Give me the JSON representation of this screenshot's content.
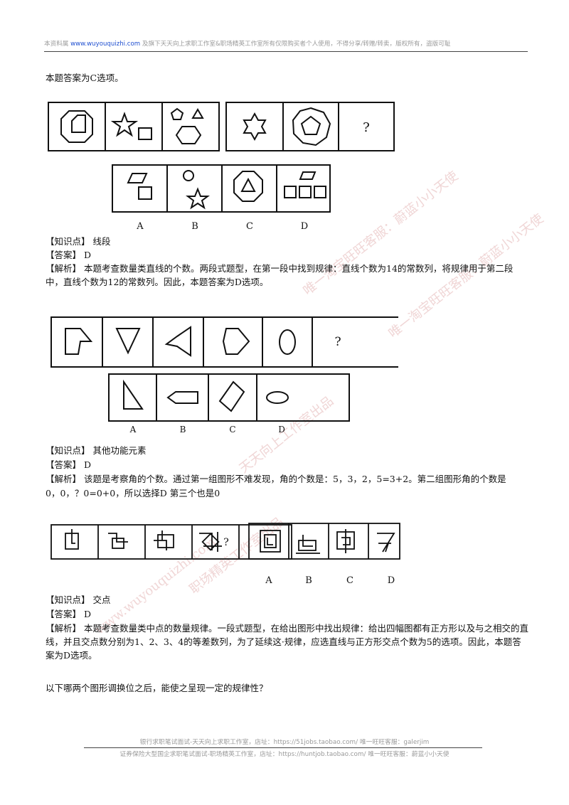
{
  "header": {
    "prefix": "本资料属 ",
    "link": "www.wuyouquizhi.com",
    "suffix": " 及旗下天天向上求职工作室&职场精英工作室所有仅限购买者个人使用，不得分享/转赠/转卖，版权所有，盗版可耻"
  },
  "q1": {
    "answer_line": "本题答案为C选项。",
    "question_mark": "?",
    "options": [
      "A",
      "B",
      "C",
      "D"
    ],
    "knowledge_label": "【知识点】",
    "knowledge": "线段",
    "answer_label": "【答案】",
    "answer": "D",
    "analysis_label": "【解析】",
    "analysis": "本题考查数量类直线的个数。两段式题型，在第一段中找到规律：直线个数为14的常数列，将规律用于第二段中，直线个数为12的常数列。因此，本题答案为D选项。"
  },
  "q2": {
    "question_mark": "?",
    "options": [
      "A",
      "B",
      "C",
      "D"
    ],
    "knowledge_label": "【知识点】",
    "knowledge": "其他功能元素",
    "answer_label": "【答案】",
    "answer": "D",
    "analysis_label": "【解析】",
    "analysis_1": "该题是考察角的个数。通过第一组图形不难发现，角的个数是：5，3，2，5=3+2。第二组图形角的个数是",
    "analysis_2": "0，0，？0=0+0，所以选择D 第三个也是0"
  },
  "q3": {
    "question_mark": "?",
    "options": [
      "A",
      "B",
      "C",
      "D"
    ],
    "knowledge_label": "【知识点】",
    "knowledge": "交点",
    "answer_label": "【答案】",
    "answer": "D",
    "analysis_label": "【解析】",
    "analysis": "本题考查数量类中点的数量规律。一段式题型，在给出图形中找出规律：给出四幅图都有正方形以及与之相交的直线，并且交点数分别为1、2、3、4的等差数列，为了延续这·规律，应选直线与正方形交点个数为5的选项。因此，本题答案为D选项。"
  },
  "next_question": "以下哪两个图形调换位之后，能使之呈现一定的规律性？",
  "footer": {
    "line1": "银行求职笔试面试-天天向上求职工作室，店址：https://51jobs.taobao.com/ 唯一旺旺客服：galerjim",
    "line2": "证券保险大型国企求职笔试面试-职场精英工作室，店址：https://huntjob.taobao.com/ 唯一旺旺客服：蔚蓝小小天使"
  },
  "watermarks": [
    "唯一淘宝旺旺客服：蔚蓝小小天使",
    "天天向上工作室出品",
    "www.wuyouquizhi.com",
    "职场精英工作室出品"
  ]
}
